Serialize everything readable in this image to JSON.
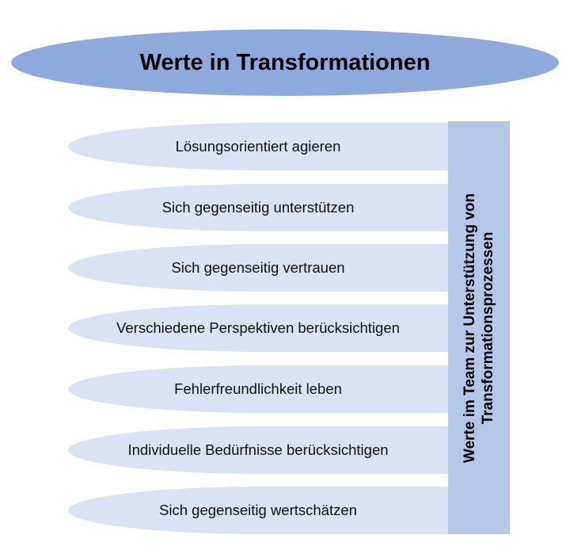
{
  "title": "Werte in Transformationen",
  "values": [
    "Lösungsorientiert agieren",
    "Sich gegenseitig unterstützen",
    "Sich gegenseitig vertrauen",
    "Verschiedene Perspektiven berücksichtigen",
    "Fehlerfreundlichkeit leben",
    "Individuelle Bedürfnisse berücksichtigen",
    "Sich gegenseitig wertschätzen"
  ],
  "side_label": {
    "line1": "Werte im Team zur Unterstützung von",
    "line2": "Transformationsprozessen"
  },
  "colors": {
    "title_fill": "#8eaadc",
    "pill_fill": "#dae3f3",
    "bar_fill": "#b4c7e7"
  }
}
